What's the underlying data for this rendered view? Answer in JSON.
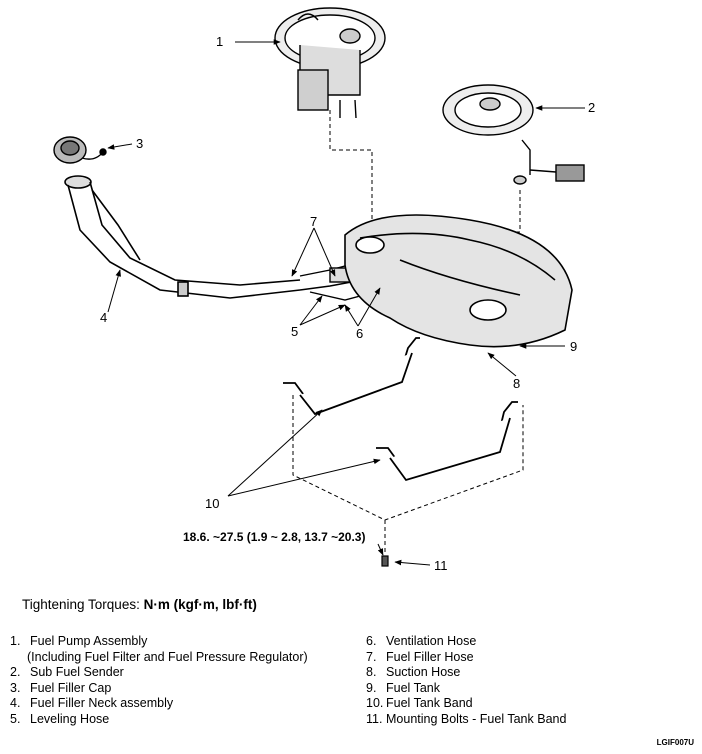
{
  "callouts": [
    "1",
    "2",
    "3",
    "4",
    "5",
    "6",
    "7",
    "8",
    "9",
    "10",
    "11"
  ],
  "torque_spec": "18.6. ~27.5 (1.9 ~ 2.8, 13.7 ~20.3)",
  "tightening": {
    "prefix": "Tightening Torques: ",
    "units": "N·m (kgf·m, lbf·ft)"
  },
  "legend_left": [
    {
      "num": "1.",
      "text": "Fuel Pump Assembly"
    },
    {
      "num": "",
      "text": "(Including Fuel Filter and Fuel Pressure Regulator)"
    },
    {
      "num": "2.",
      "text": "Sub Fuel Sender"
    },
    {
      "num": "3.",
      "text": "Fuel Filler Cap"
    },
    {
      "num": "4.",
      "text": "Fuel Filler Neck assembly"
    },
    {
      "num": "5.",
      "text": "Leveling Hose"
    }
  ],
  "legend_right": [
    {
      "num": "6.",
      "text": "Ventilation Hose"
    },
    {
      "num": "7.",
      "text": "Fuel Filler Hose"
    },
    {
      "num": "8.",
      "text": "Suction Hose"
    },
    {
      "num": "9.",
      "text": "Fuel Tank"
    },
    {
      "num": "10.",
      "text": "Fuel Tank Band"
    },
    {
      "num": "11.",
      "text": "Mounting Bolts - Fuel Tank Band"
    }
  ],
  "figure_code": "LGIF007U"
}
